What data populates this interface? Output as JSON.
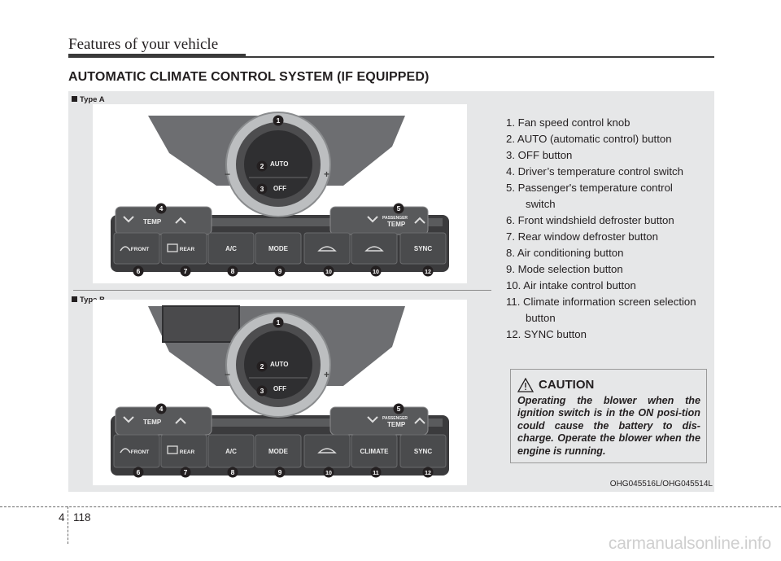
{
  "header": {
    "title": "Features of your vehicle"
  },
  "section_title": "AUTOMATIC CLIMATE CONTROL SYSTEM (IF EQUIPPED)",
  "panels": [
    {
      "type_label": "Type A",
      "top_labels": {
        "auto": "AUTO",
        "off": "OFF"
      },
      "left_temp": "TEMP",
      "right_temp_sub": "PASSENGER",
      "right_temp": "TEMP",
      "buttons": [
        "FRONT",
        "REAR",
        "A/C",
        "MODE",
        "",
        "",
        "SYNC"
      ],
      "callouts_top": [
        "1",
        "2",
        "3",
        "4",
        "5"
      ],
      "callouts_bottom": [
        "6",
        "7",
        "8",
        "9",
        "10",
        "10",
        "12"
      ]
    },
    {
      "type_label": "Type B",
      "top_labels": {
        "auto": "AUTO",
        "off": "OFF"
      },
      "left_temp": "TEMP",
      "right_temp_sub": "PASSENGER",
      "right_temp": "TEMP",
      "buttons": [
        "FRONT",
        "REAR",
        "A/C",
        "MODE",
        "",
        "CLIMATE",
        "SYNC"
      ],
      "callouts_top": [
        "1",
        "2",
        "3",
        "4",
        "5"
      ],
      "callouts_bottom": [
        "6",
        "7",
        "8",
        "9",
        "10",
        "11",
        "12"
      ]
    }
  ],
  "legend": [
    "1. Fan speed control knob",
    "2. AUTO (automatic control) button",
    "3. OFF button",
    "4. Driver’s temperature control switch",
    "5. Passenger's temperature control",
    "switch",
    "6. Front windshield defroster button",
    "7. Rear window defroster button",
    "8. Air conditioning button",
    "9. Mode selection button",
    "10. Air intake control button",
    "11. Climate information screen selection",
    "button",
    "12. SYNC button"
  ],
  "caution": {
    "title": "CAUTION",
    "text": "Operating the blower when the ignition switch is in the ON posi-tion could cause the battery to dis-charge. Operate the blower when the engine is running."
  },
  "image_code": "OHG045516L/OHG045514L",
  "footer": {
    "section": "4",
    "page": "118"
  },
  "watermark": "carmanualsonline.info"
}
